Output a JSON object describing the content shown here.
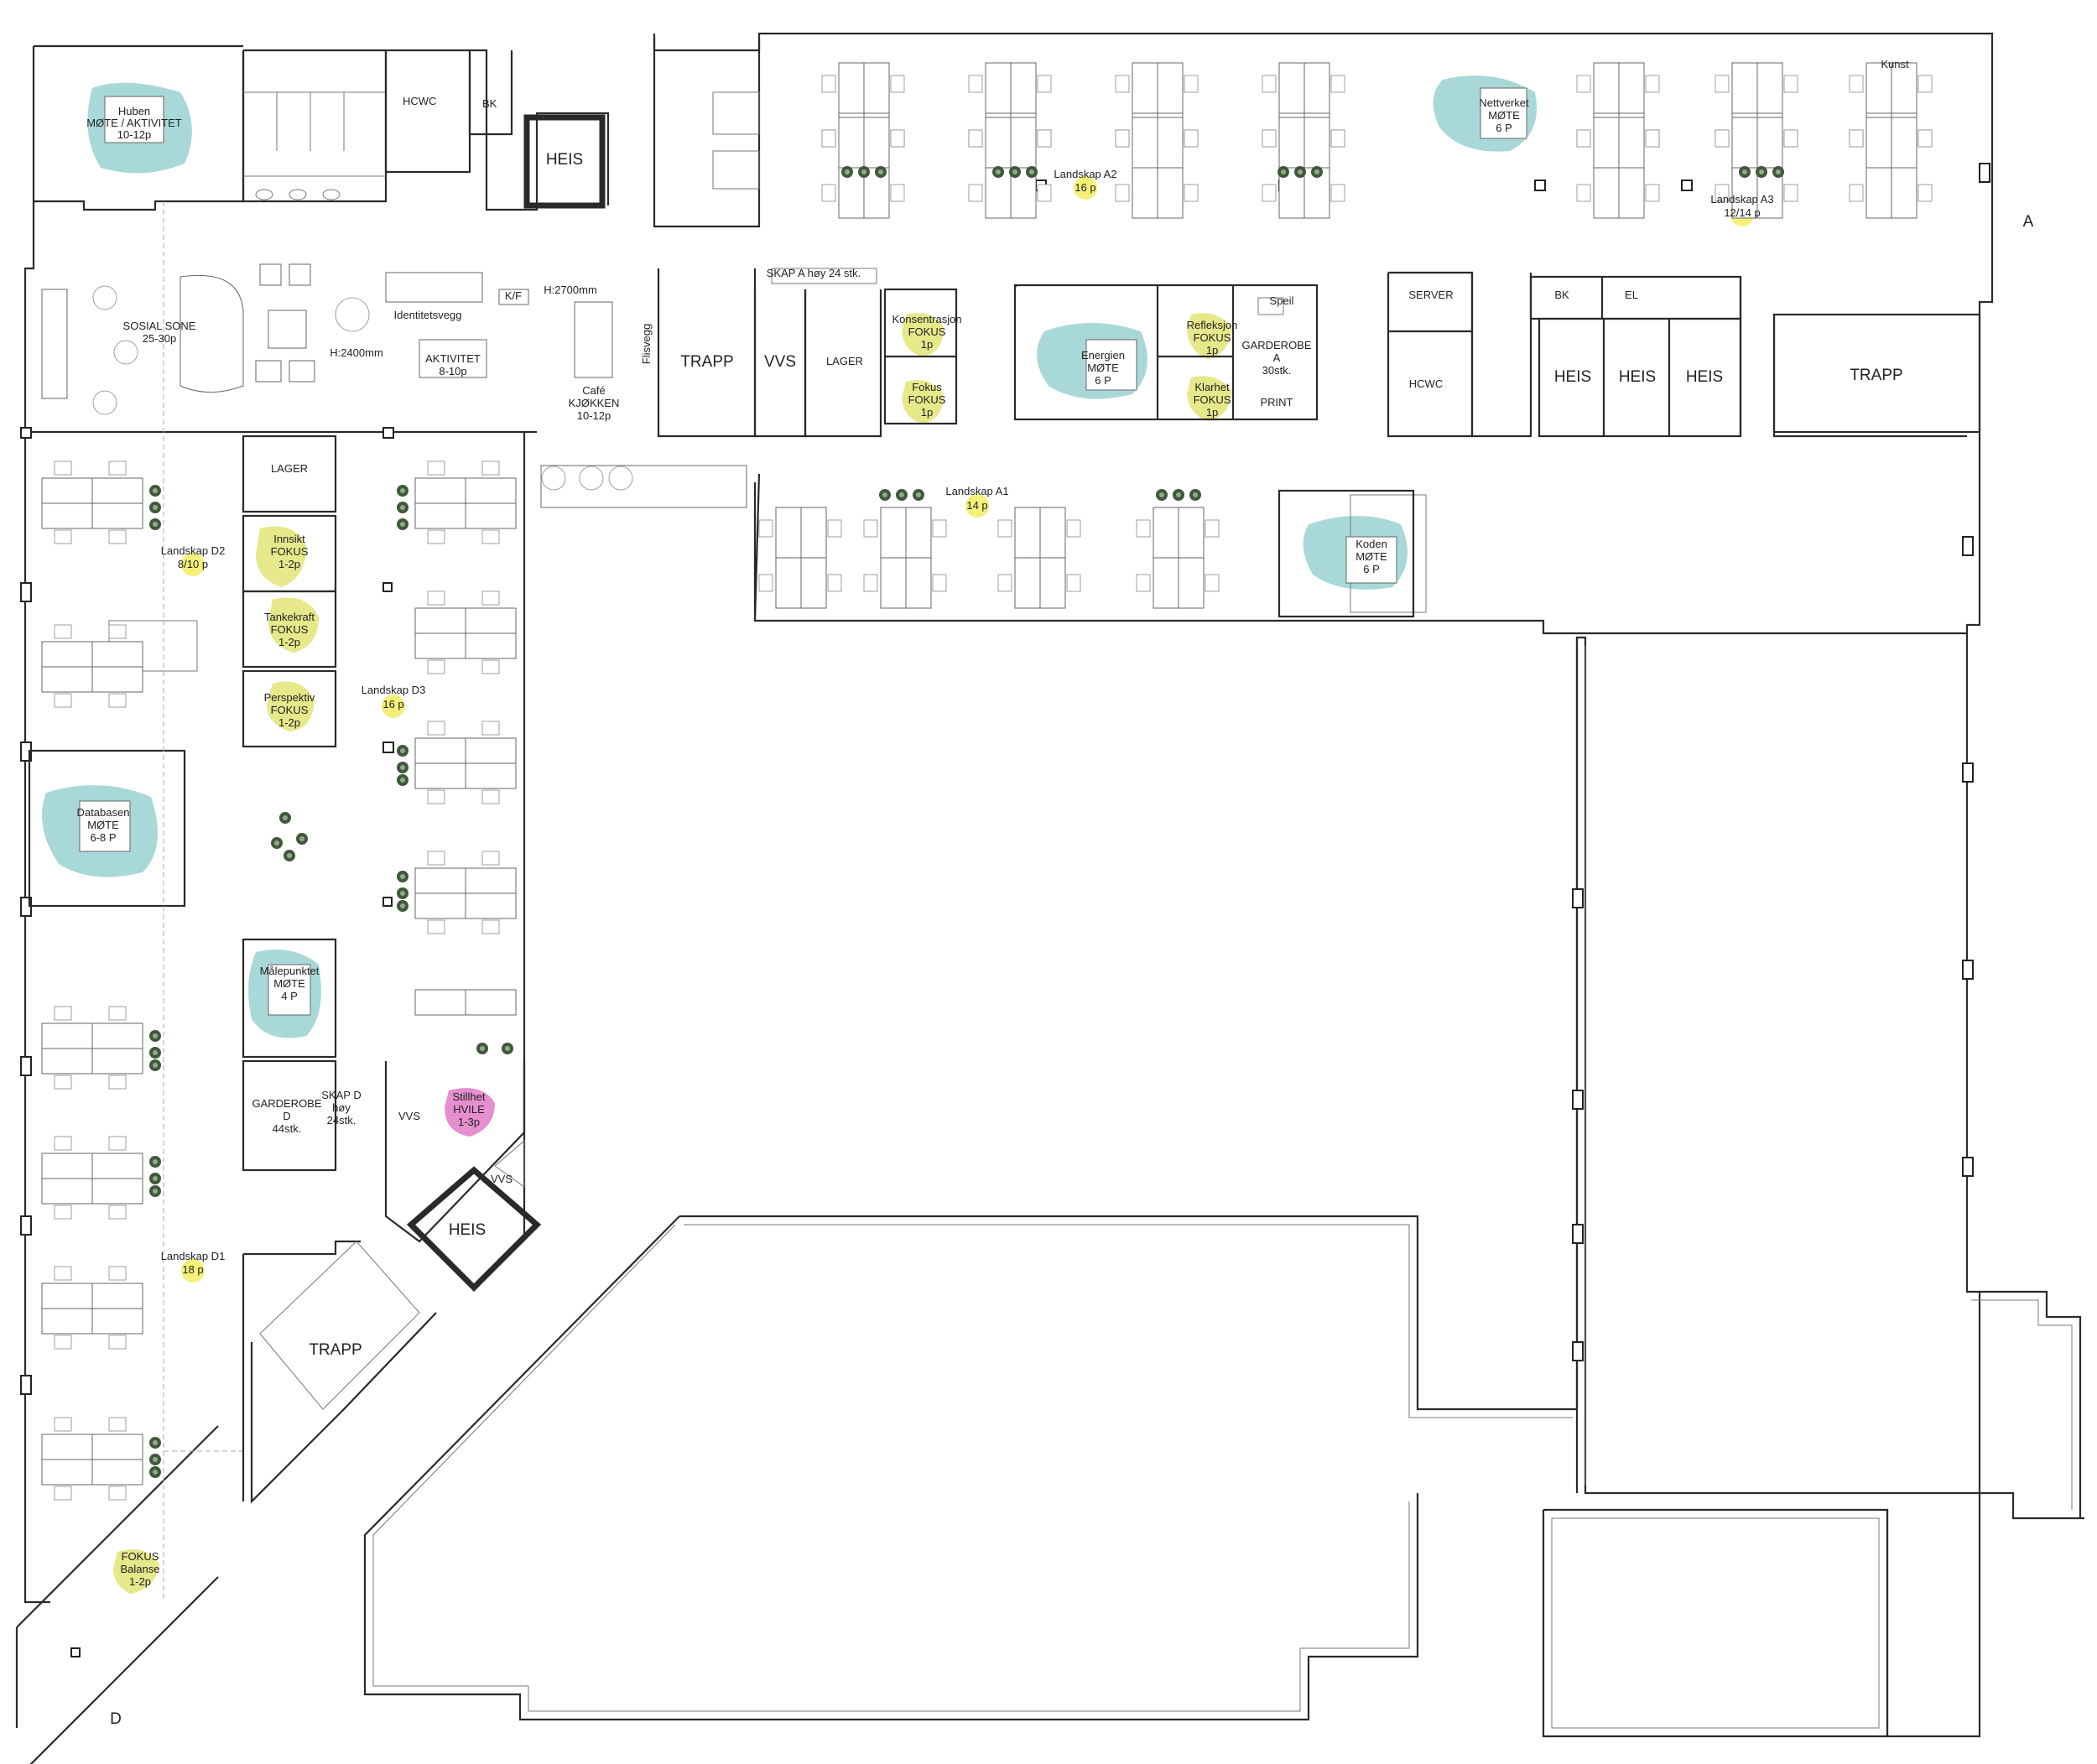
{
  "labels": {
    "huben": "Huben",
    "huben_type": "MØTE / AKTIVITET",
    "huben_cap": "10-12p",
    "hcwc": "HCWC",
    "bk": "BK",
    "heis": "HEIS",
    "sosial_sone": "SOSIAL SONE",
    "sosial_cap": "25-30p",
    "h2400": "H:2400mm",
    "identitetsvegg": "Identitetsvegg",
    "kf": "K/F",
    "aktivitet": "AKTIVITET",
    "aktivitet_cap": "8-10p",
    "h2700": "H:2700mm",
    "cafe": "Café",
    "kjokken": "KJØKKEN",
    "cafe_cap": "10-12p",
    "flisvegg": "Flisvegg",
    "trapp": "TRAPP",
    "vvs": "VVS",
    "lager": "LAGER",
    "skap_a": "SKAP A høy 24 stk.",
    "konsentrasjon": "Konsentrasjon",
    "fokus": "FOKUS",
    "cap_1p": "1p",
    "fokus_room": "Fokus",
    "energien": "Energien",
    "mote": "MØTE",
    "cap_6p": "6 P",
    "refleksjon": "Refleksjon",
    "klarhet": "Klarhet",
    "speil": "Speil",
    "garderobe": "GARDEROBE",
    "garderobe_a": "A",
    "garderobe_a_cap": "30stk.",
    "print": "PRINT",
    "server": "SERVER",
    "el": "EL",
    "landskap_a2": "Landskap A2",
    "a2_cap": "16 p",
    "nettverket": "Nettverket",
    "kunst": "Kunst",
    "landskap_a3": "Landskap A3",
    "a3_cap": "12/14 p",
    "zone_a": "A",
    "landskap_a1": "Landskap A1",
    "a1_cap": "14 p",
    "koden": "Koden",
    "landskap_d2": "Landskap D2",
    "d2_cap": "8/10 p",
    "innsikt": "Innsikt",
    "cap_12p": "1-2p",
    "tankekraft": "Tankekraft",
    "perspektiv": "Perspektiv",
    "landskap_d3": "Landskap D3",
    "d3_cap": "16 p",
    "databasen": "Databasen",
    "cap_68p": "6-8 P",
    "malepunktet": "Målepunktet",
    "cap_4p": "4 P",
    "garderobe_d": "D",
    "garderobe_d_cap": "44stk.",
    "skap_d": "SKAP D",
    "skap_d_2": "høy",
    "skap_d_3": "24stk.",
    "stillhet": "Stillhet",
    "hvile": "HVILE",
    "cap_13p": "1-3p",
    "landskap_d1": "Landskap D1",
    "d1_cap": "18 p",
    "balanse": "Balanse",
    "zone_d": "D"
  },
  "colors": {
    "meeting": "#a9d8d8",
    "focus": "#e6e88a",
    "landscape_dot": "#f4f07a",
    "rest": "#e58fcf",
    "plant": "#3f5a3a",
    "wall": "#2a2a2a"
  }
}
